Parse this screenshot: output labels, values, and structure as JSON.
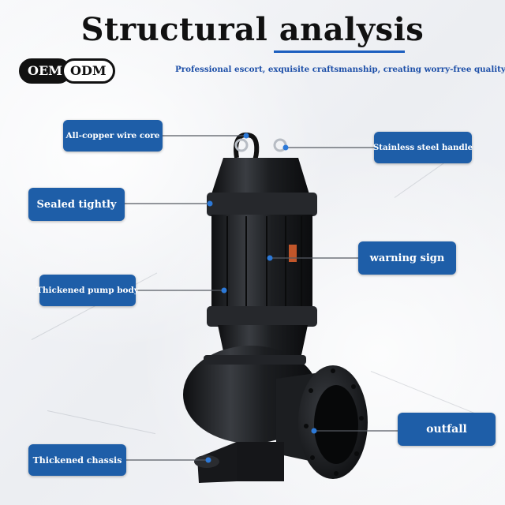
{
  "header": {
    "title": "Structural analysis",
    "badges": [
      "OEM",
      "ODM"
    ],
    "tagline": "Professional escort, exquisite craftsmanship, creating worry-free quality!"
  },
  "callouts": {
    "copper_core": "All-copper wire core",
    "sealed": "Sealed tightly",
    "pump_body": "Thickened pump body",
    "chassis": "Thickened chassis",
    "handle": "Stainless steel handle",
    "warning": "warning sign",
    "outfall": "outfall"
  },
  "colors": {
    "label_bg": "#1e5ea8",
    "accent": "#1d5fbf",
    "pump_body": "#1b1d20"
  },
  "icons": {
    "product": "submersible-pump-image"
  }
}
